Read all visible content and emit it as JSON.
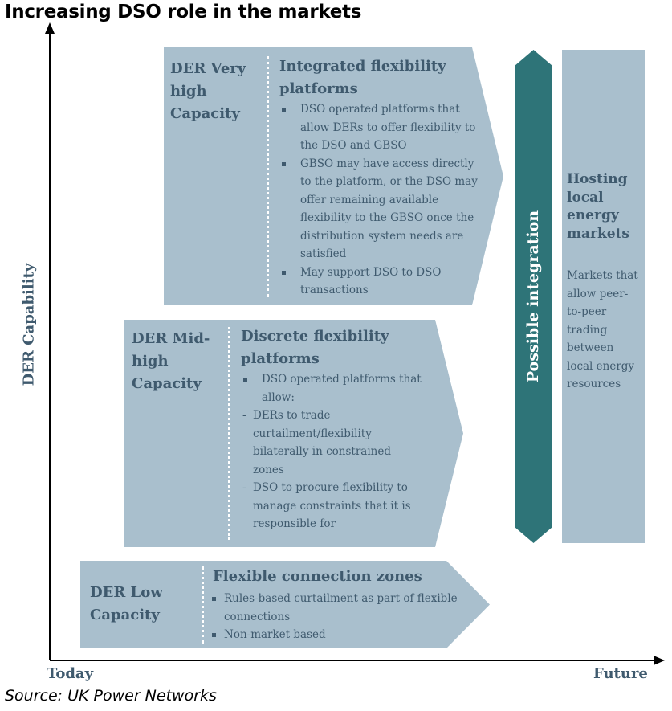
{
  "title": "Increasing DSO role in the markets",
  "source": "Source: UK Power Networks",
  "axes": {
    "y_label": "DER Capability",
    "x_start_label": "Today",
    "x_end_label": "Future"
  },
  "tiers": [
    {
      "capacity": [
        "DER Very",
        "high",
        "Capacity"
      ],
      "heading": [
        "Integrated flexibility",
        "platforms"
      ],
      "bullets": [
        [
          "DSO operated platforms that",
          "allow DERs to offer flexibility to",
          "the DSO and GBSO"
        ],
        [
          "GBSO may have access directly",
          "to the platform, or the DSO may",
          "offer remaining available",
          "flexibility to the GBSO once the",
          "distribution system needs are",
          "satisfied"
        ],
        [
          "May support DSO to DSO",
          "transactions"
        ]
      ]
    },
    {
      "capacity": [
        "DER Mid-",
        "high",
        "Capacity"
      ],
      "heading": [
        "Discrete flexibility",
        "platforms"
      ],
      "bullets": [
        [
          "DSO operated platforms that",
          "allow:"
        ]
      ],
      "sub_bullets": [
        [
          "DERs to trade",
          "curtailment/flexibility",
          "bilaterally in constrained",
          "zones"
        ],
        [
          "DSO to procure flexibility to",
          "manage constraints that it is",
          "responsible for"
        ]
      ]
    },
    {
      "capacity": [
        "DER Low",
        "Capacity"
      ],
      "heading": [
        "Flexible connection zones"
      ],
      "bullets": [
        [
          "Rules-based curtailment as part of flexible",
          "connections"
        ],
        [
          "Non-market based"
        ]
      ]
    }
  ],
  "integration_label": "Possible integration",
  "hosting": {
    "title": [
      "Hosting",
      "local",
      "energy",
      "markets"
    ],
    "description": [
      "Markets that",
      "allow peer-",
      "to-peer",
      "trading",
      "between",
      "local energy",
      "resources"
    ]
  },
  "colors": {
    "box": "#a9bfcd",
    "text": "#3f5a6e",
    "integration_bar": "#2e7478"
  }
}
